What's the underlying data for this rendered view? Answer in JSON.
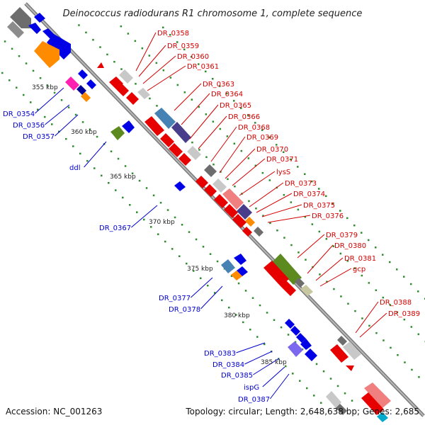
{
  "title": "Deinococcus radiodurans R1 chromosome 1, complete sequence",
  "footer": {
    "accession": "Accession: NC_001263",
    "summary": "Topology: circular; Length: 2,648,638 bp; Genes: 2,685"
  },
  "colors": {
    "forward_label": "#d40000",
    "reverse_label": "#0000cc",
    "backbone": "#8a8a8a",
    "tick_dot": "#2e8b2e"
  },
  "kbp_ticks": [
    "355 kbp",
    "360 kbp",
    "365 kbp",
    "370 kbp",
    "375 kbp",
    "380 kbp",
    "385 kbp"
  ],
  "forward_genes": [
    "DR_0358",
    "DR_0359",
    "DR_0360",
    "DR_0361",
    "DR_0363",
    "DR_0364",
    "DR_0365",
    "DR_0366",
    "DR_0368",
    "DR_0369",
    "DR_0370",
    "DR_0371",
    "lysS",
    "DR_0373",
    "DR_0374",
    "DR_0375",
    "DR_0376",
    "DR_0379",
    "DR_0380",
    "DR_0381",
    "gcp",
    "DR_0388",
    "DR_0389"
  ],
  "reverse_genes": [
    "DR_0354",
    "DR_0356",
    "DR_0357",
    "ddl",
    "DR_0367",
    "DR_0377",
    "DR_0378",
    "DR_0383",
    "DR_0384",
    "DR_0385",
    "ispG",
    "DR_0387"
  ]
}
